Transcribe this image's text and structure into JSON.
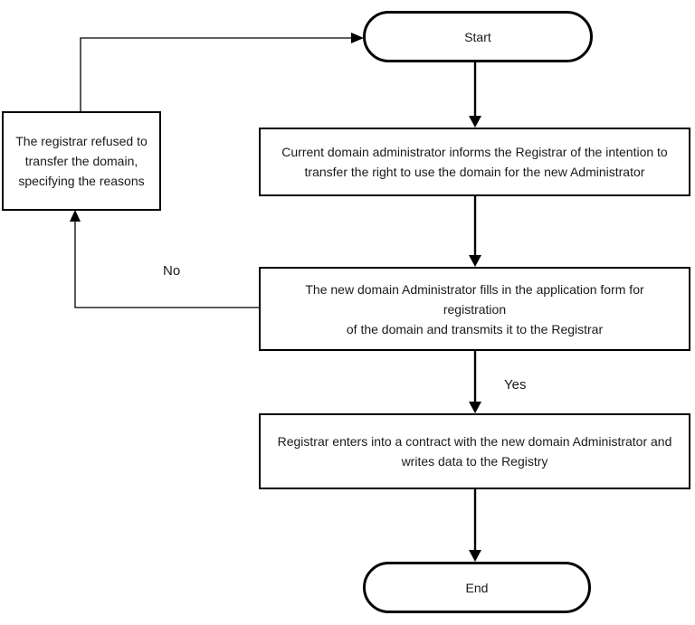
{
  "diagram": {
    "type": "flowchart",
    "nodes": {
      "start": {
        "shape": "terminator",
        "label": "Start"
      },
      "inform": {
        "shape": "process",
        "label": "Current domain administrator informs the Registrar of the intention to\ntransfer the right to use the domain for the new Administrator"
      },
      "refused": {
        "shape": "process",
        "label": "The registrar refused to\ntransfer the domain,\nspecifying the reasons"
      },
      "apply": {
        "shape": "process",
        "label": "The new domain Administrator fills in the application form for registration\nof the domain and transmits it to the Registrar"
      },
      "contract": {
        "shape": "process",
        "label": "Registrar enters into a contract with the new domain Administrator and\nwrites data to the Registry"
      },
      "end": {
        "shape": "terminator",
        "label": "End"
      }
    },
    "edge_labels": {
      "yes": "Yes",
      "no": "No"
    },
    "edges": [
      {
        "from": "start",
        "to": "inform"
      },
      {
        "from": "inform",
        "to": "apply"
      },
      {
        "from": "apply",
        "to": "contract",
        "label": "Yes"
      },
      {
        "from": "contract",
        "to": "end"
      },
      {
        "from": "apply",
        "to": "refused",
        "label": "No"
      },
      {
        "from": "refused",
        "to": "start"
      }
    ],
    "colors": {
      "stroke": "#000000",
      "fill": "#ffffff",
      "text": "#1a1a1a"
    }
  }
}
